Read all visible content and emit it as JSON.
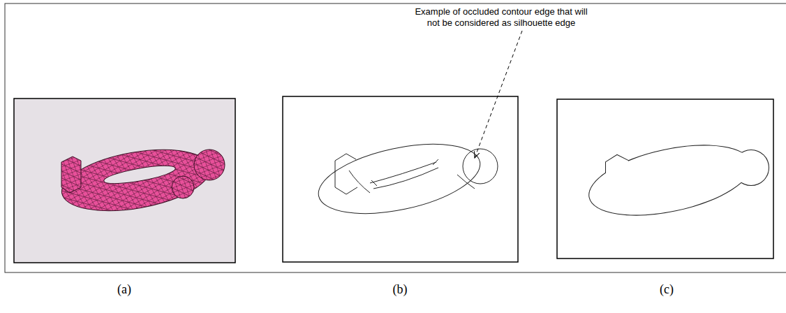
{
  "diagram": {
    "labels": [
      "Example of occluded contour edge that will not be considered as silhouette edge",
      "(a)",
      "(b)",
      "(c)"
    ]
  }
}
